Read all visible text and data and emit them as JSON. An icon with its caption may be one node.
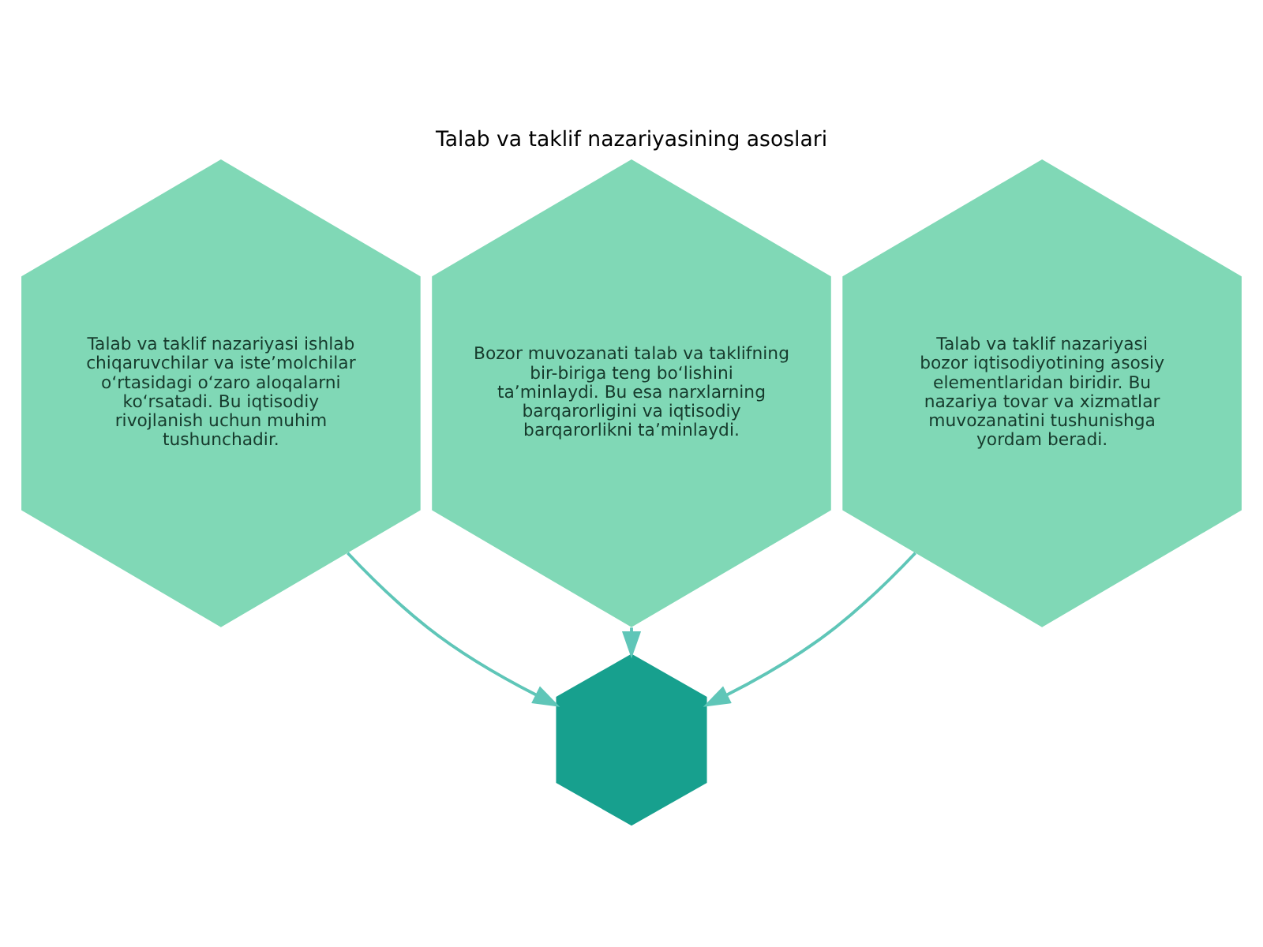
{
  "diagram": {
    "title": "Talab va taklif nazariyasining asoslari",
    "nodes": [
      {
        "text": [
          "Talab va taklif nazariyasi ishlab chiqaruvchilar va iste’molchilar o‘rtasidagi o‘zaro aloqalarni ko‘rsatadi. Bu iqtisodiy rivojlanish uchun muhim tushunchadir."
        ]
      },
      {
        "text": [
          "Bozor muvozanati talab va taklifning bir-biriga teng bo‘lishini ta’minlaydi. Bu esa narxlarning barqarorligini va iqtisodiy barqarorlikni ta’minlaydi."
        ]
      },
      {
        "text": [
          "Talab va taklif nazariyasi bozor iqtisodiyotining asosiy elementlaridan biridir. Bu nazariya tovar va xizmatlar muvozanatini tushunishga yordam beradi."
        ]
      },
      {
        "text": [],
        "shape": "hexagon"
      }
    ],
    "edges": [
      {
        "from": 0,
        "to": 3,
        "arrow": "to"
      },
      {
        "from": 1,
        "to": 3,
        "arrow": "to"
      },
      {
        "from": 2,
        "to": 3,
        "arrow": "to"
      }
    ]
  }
}
